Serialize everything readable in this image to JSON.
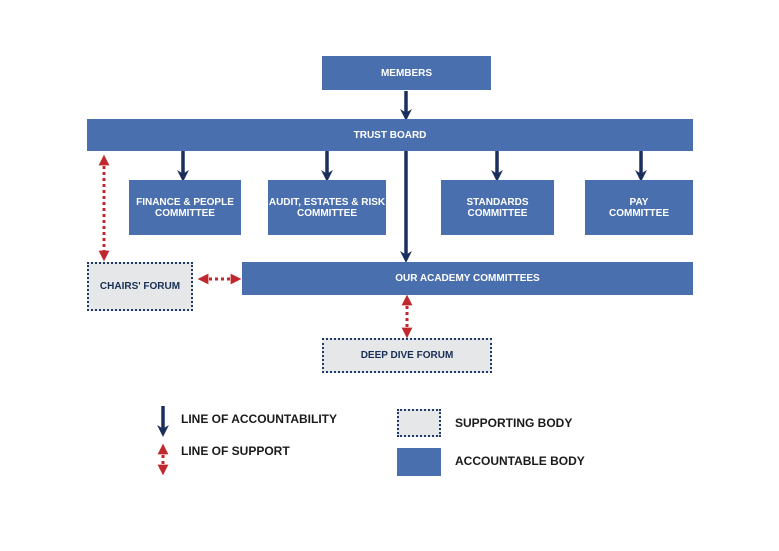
{
  "boxes": {
    "members": "MEMBERS",
    "trust_board": "TRUST BOARD",
    "finance_people": "FINANCE & PEOPLE\nCOMMITTEE",
    "audit_estates_risk": "AUDIT,  ESTATES & RISK\nCOMMITTEE",
    "standards": "STANDARDS\nCOMMITTEE",
    "pay": "PAY\nCOMMITTEE",
    "academy_committees": "OUR ACADEMY COMMITTEES",
    "chairs_forum": "CHAIRS' FORUM",
    "deep_dive_forum": "DEEP DIVE FORUM"
  },
  "legend": {
    "accountability": "LINE OF ACCOUNTABILITY",
    "support": "LINE OF SUPPORT",
    "supporting_body": "SUPPORTING BODY",
    "accountable_body": "ACCOUNTABLE BODY"
  },
  "colors": {
    "accountable_fill": "#4a6fae",
    "accountability_arrow": "#1b2f5e",
    "support_arrow": "#c0282d",
    "supporting_fill": "#e6e7e8",
    "supporting_border": "#1f3a66"
  }
}
